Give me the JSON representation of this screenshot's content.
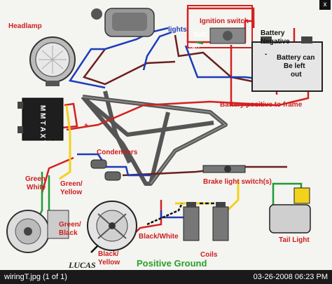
{
  "viewer": {
    "file_label": "wiringT.jpg (1 of 1)",
    "timestamp": "03-26-2008 06:23 PM",
    "close_glyph": "x"
  },
  "diagram": {
    "headlamp": "Headlamp",
    "lights": "lights",
    "ignition_switch": "Ignition switch",
    "batt": "Batt",
    "ign": "Ign",
    "battery_negative_1": "Battery",
    "battery_negative_2": "Negative",
    "battery_note_1": "Battery can",
    "battery_note_2": "Be left",
    "battery_note_3": "out",
    "battery_positive": "Battery positive to frame",
    "plus_sign": "+",
    "minus_sign": "-",
    "regulator_letters": "M M T A X Y",
    "condensors": "Condensors",
    "green_white_1": "Green/",
    "green_white_2": "White",
    "green_yellow_1": "Green/",
    "green_yellow_2": "Yellow",
    "green_black_1": "Green/",
    "green_black_2": "Black",
    "brake_light_switch": "Brake light switch(s)",
    "black_white": "Black/White",
    "black_yellow_1": "Black/",
    "black_yellow_2": "Yellow",
    "coils": "Coils",
    "positive_ground": "Positive Ground",
    "tail_light": "Tail Light",
    "lucas": "LUCAS"
  },
  "colors": {
    "wire_red": "#d42020",
    "wire_blue": "#1c3cb8",
    "wire_green": "#1f9a3a",
    "wire_yellow": "#f2d21a",
    "wire_black": "#111111",
    "wire_brown": "#6a2020",
    "label_red": "#cc1f1f",
    "label_blue": "#1f3fb0",
    "label_green": "#2aa02a"
  }
}
